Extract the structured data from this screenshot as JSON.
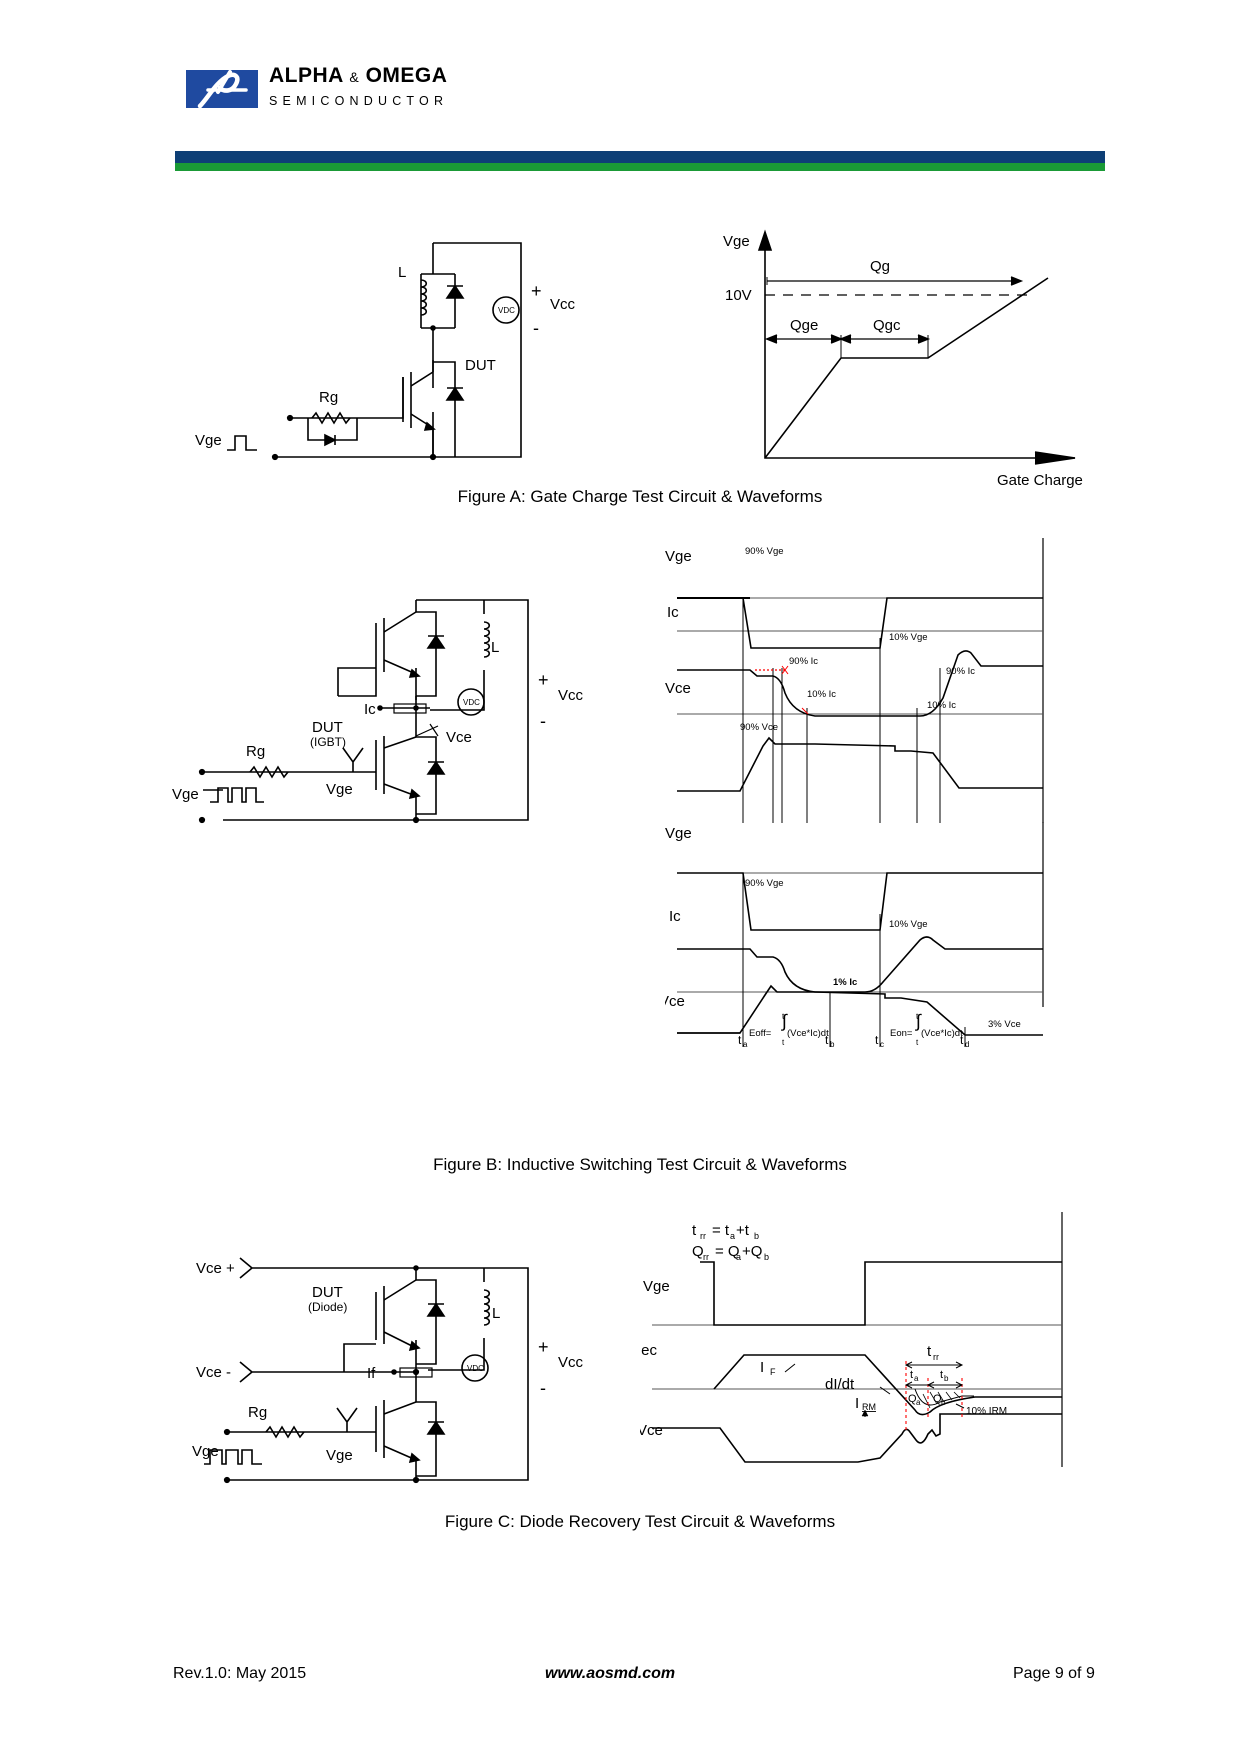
{
  "header": {
    "company_name_part1": "ALPHA",
    "company_amp": "&",
    "company_name_part2": "OMEGA",
    "company_subtitle": "SEMICONDUCTOR",
    "colors": {
      "logo_blue": "#1f4aa0",
      "bar_blue": "#0e3f76",
      "bar_green": "#1a9a36"
    }
  },
  "figure_a": {
    "caption": "Figure A: Gate Charge Test Circuit & Waveforms",
    "circuit": {
      "inductor": "L",
      "plus": "+",
      "source": "Vcc",
      "source_symbol": "VDC",
      "minus": "-",
      "dut": "DUT",
      "gate_resistor": "Rg",
      "gate_input": "Vge"
    },
    "waveform": {
      "y_axis": "Vge",
      "x_axis": "Gate Charge",
      "level": "10V",
      "total": "Qg",
      "segment1": "Qge",
      "segment2": "Qgc"
    }
  },
  "figure_b": {
    "caption": "Figure B: Inductive Switching Test Circuit & Waveforms",
    "circuit": {
      "inductor": "L",
      "plus": "+",
      "source": "Vcc",
      "source_symbol": "VDC",
      "minus": "-",
      "current": "Ic",
      "dut": "DUT",
      "dut_type": "(IGBT)",
      "gate_resistor": "Rg",
      "gate_input": "Vge",
      "gate_node": "Vge",
      "collector_node": "Vce"
    },
    "waveform1": {
      "vge": "Vge",
      "ic": "Ic",
      "vce": "Vce",
      "vge_90": "90% Vge",
      "vge_10": "10% Vge",
      "ic_90_fall": "90% Ic",
      "ic_10_fall": "10% Ic",
      "ic_90_rise": "90% Ic",
      "ic_10_rise": "10% Ic",
      "vce_90": "90% Vce"
    },
    "waveform2": {
      "vge": "Vge",
      "ic": "Ic",
      "vce": "Vce",
      "vge_90": "90% Vge",
      "vge_10": "10% Vge",
      "ic_1": "1% Ic",
      "vce_3": "3% Vce",
      "eoff": "Eoff=",
      "eon": "Eon=",
      "integrand": "(Vce*Ic)dt",
      "lim_b": "t",
      "lim_b_sub": "b",
      "lim_a": "t",
      "lim_a_sub": "a",
      "lim_d": "t",
      "lim_d_sub": "d",
      "lim_c": "t",
      "lim_c_sub": "c",
      "ta": "t",
      "ta_sub": "a",
      "tb": "t",
      "tb_sub": "b",
      "tc": "t",
      "tc_sub": "c",
      "td": "t",
      "td_sub": "d"
    }
  },
  "figure_c": {
    "caption": "Figure C: Diode Recovery Test Circuit & Waveforms",
    "circuit": {
      "vce_plus": "Vce +",
      "vce_minus": "Vce -",
      "dut": "DUT",
      "dut_type": "(Diode)",
      "inductor": "L",
      "plus": "+",
      "source": "Vcc",
      "source_symbol": "VDC",
      "minus": "-",
      "forward_current": "If",
      "gate_resistor": "Rg",
      "gate_input": "Vge",
      "gate_node": "Vge"
    },
    "waveform": {
      "trr_formula_lhs": "t",
      "trr_formula_sub": "rr",
      "trr_formula_eq": "= t",
      "trr_a": "a",
      "trr_plus": "+t",
      "trr_b": "b",
      "qrr_formula_lhs": "Q",
      "qrr_formula_sub": "rr",
      "qrr_formula_eq": "= Q",
      "qrr_a": "a",
      "qrr_plus": "+Q",
      "qrr_b": "b",
      "vge": "Vge",
      "iec": "Iec",
      "vce": "Vce",
      "if_label": "I",
      "if_sub": "F",
      "didt": "dI/dt",
      "irm": "I",
      "irm_sub": "RM",
      "trr": "t",
      "trr_sub": "rr",
      "ta": "t",
      "ta_sub": "a",
      "tb": "t",
      "tb_sub": "b",
      "qa": "Q",
      "qa_sub": "a",
      "qb": "Q",
      "qb_sub": "b",
      "irm10": "10% IRM"
    }
  },
  "footer": {
    "revision": "Rev.1.0: May 2015",
    "website": "www.aosmd.com",
    "page": "Page 9 of 9"
  }
}
